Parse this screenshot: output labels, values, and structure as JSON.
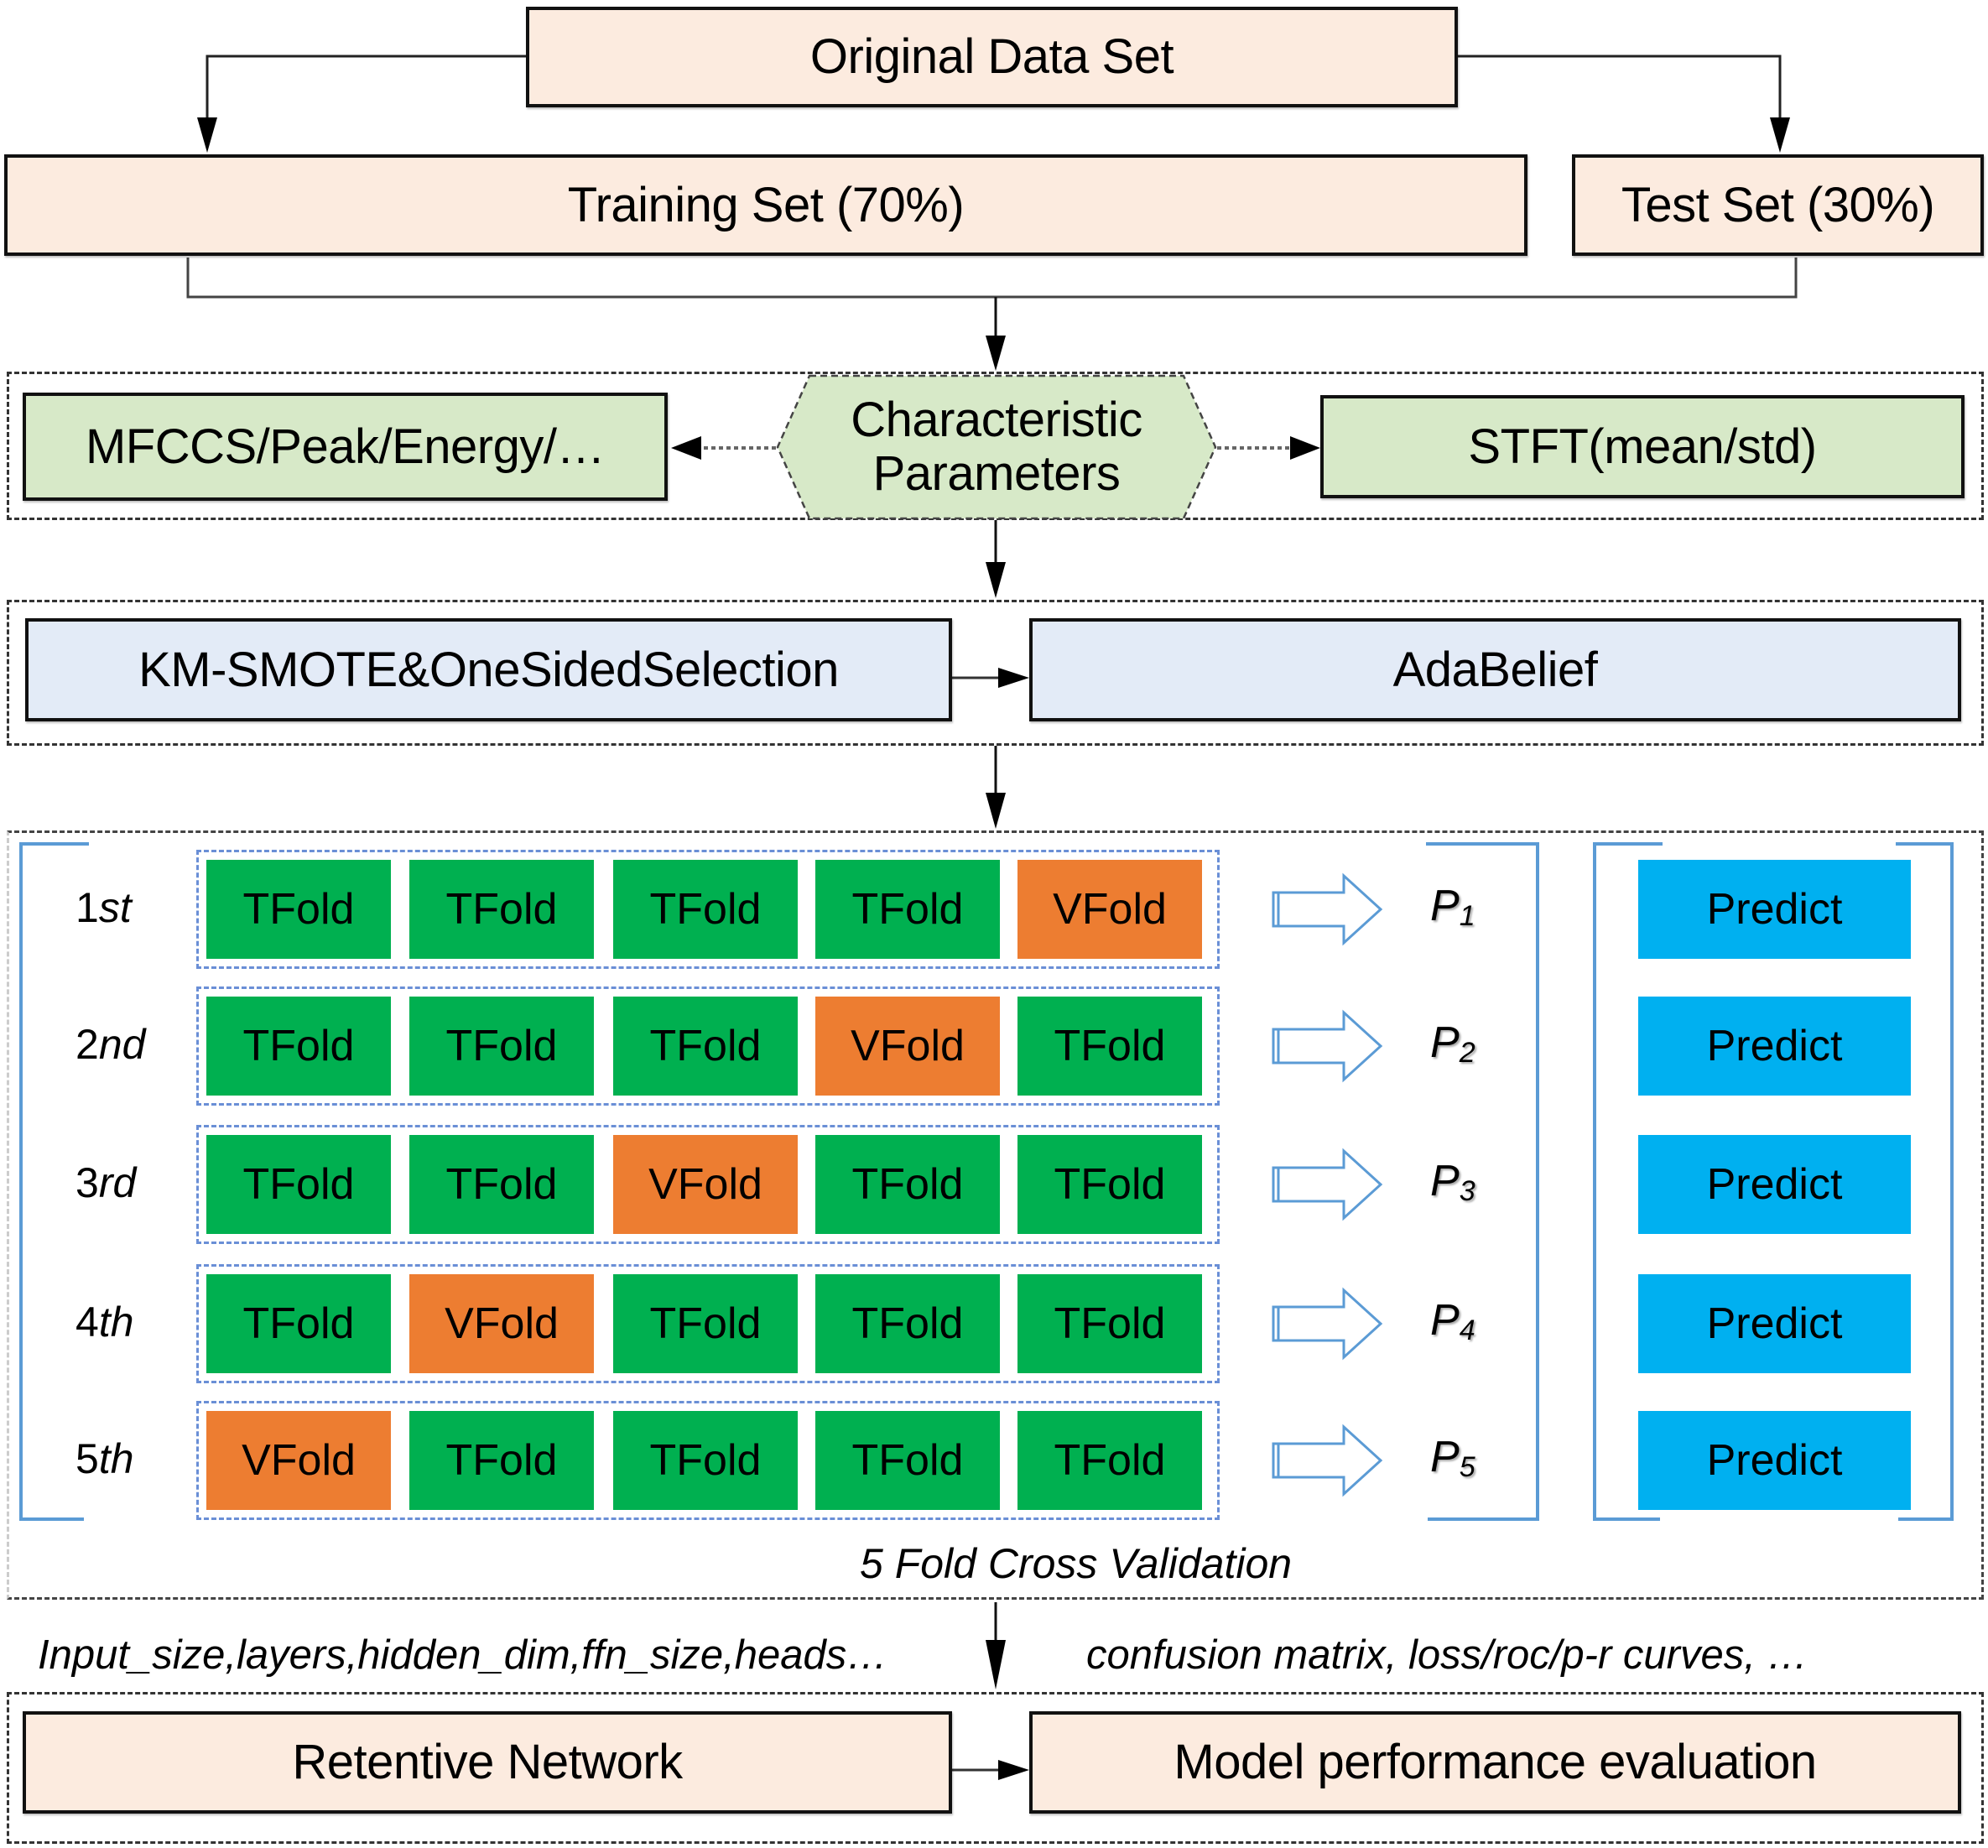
{
  "top": {
    "original": "Original Data Set",
    "training": "Training Set (70%)",
    "test": "Test Set (30%)"
  },
  "features": {
    "center": [
      "Characteristic",
      "Parameters"
    ],
    "left": "MFCCS/Peak/Energy/…",
    "right": "STFT(mean/std)"
  },
  "balancing": {
    "left": "KM-SMOTE&OneSidedSelection",
    "right": "AdaBelief"
  },
  "cross_validation": {
    "caption": "5 Fold Cross Validation",
    "rows": [
      {
        "ordinal_num": "1",
        "ordinal_suffix": "st",
        "folds": [
          "TFold",
          "TFold",
          "TFold",
          "TFold",
          "VFold"
        ],
        "p_base": "P",
        "p_sub": "1",
        "predict": "Predict"
      },
      {
        "ordinal_num": "2",
        "ordinal_suffix": "nd",
        "folds": [
          "TFold",
          "TFold",
          "TFold",
          "VFold",
          "TFold"
        ],
        "p_base": "P",
        "p_sub": "2",
        "predict": "Predict"
      },
      {
        "ordinal_num": "3",
        "ordinal_suffix": "rd",
        "folds": [
          "TFold",
          "TFold",
          "VFold",
          "TFold",
          "TFold"
        ],
        "p_base": "P",
        "p_sub": "3",
        "predict": "Predict"
      },
      {
        "ordinal_num": "4",
        "ordinal_suffix": "th",
        "folds": [
          "TFold",
          "VFold",
          "TFold",
          "TFold",
          "TFold"
        ],
        "p_base": "P",
        "p_sub": "4",
        "predict": "Predict"
      },
      {
        "ordinal_num": "5",
        "ordinal_suffix": "th",
        "folds": [
          "VFold",
          "TFold",
          "TFold",
          "TFold",
          "TFold"
        ],
        "p_base": "P",
        "p_sub": "5",
        "predict": "Predict"
      }
    ]
  },
  "notes": {
    "hyperparams": "Input_size,layers,hidden_dim,ffn_size,heads…",
    "metrics": "confusion matrix, loss/roc/p-r curves, …"
  },
  "bottom": {
    "model": "Retentive Network",
    "evaluation": "Model performance evaluation"
  },
  "colors": {
    "train_fold": "#00b050",
    "val_fold": "#ed7d31",
    "predict": "#00b0f0",
    "bracket": "#5b9bd5"
  }
}
